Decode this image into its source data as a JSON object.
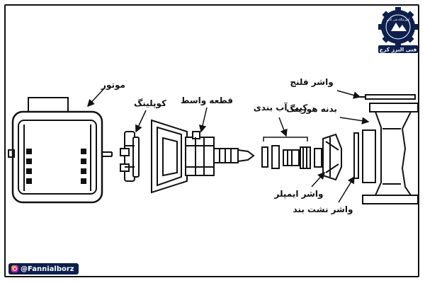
{
  "labels": {
    "motor": "موتور",
    "coupling": "کوپلینگ",
    "intermediate_part": "قطعه واسط",
    "seal_kit": "کیت آب بندی",
    "flange_washer": "واشر فلنج",
    "housing_body": "بدنه هوزینگ",
    "impeller_washer": "واشر ایمپلر",
    "leak_washer": "واشر نشت بند"
  },
  "logo": {
    "caption": "فنی البرز کرج",
    "ring_text": "آموزشگاه فنی البرز",
    "colors": {
      "primary": "#0d1f4d",
      "accent": "#ffffff"
    }
  },
  "social": {
    "handle": "@Fannialborz",
    "icon": "instagram-icon"
  },
  "colors": {
    "line": "#111111",
    "background": "#ffffff"
  }
}
